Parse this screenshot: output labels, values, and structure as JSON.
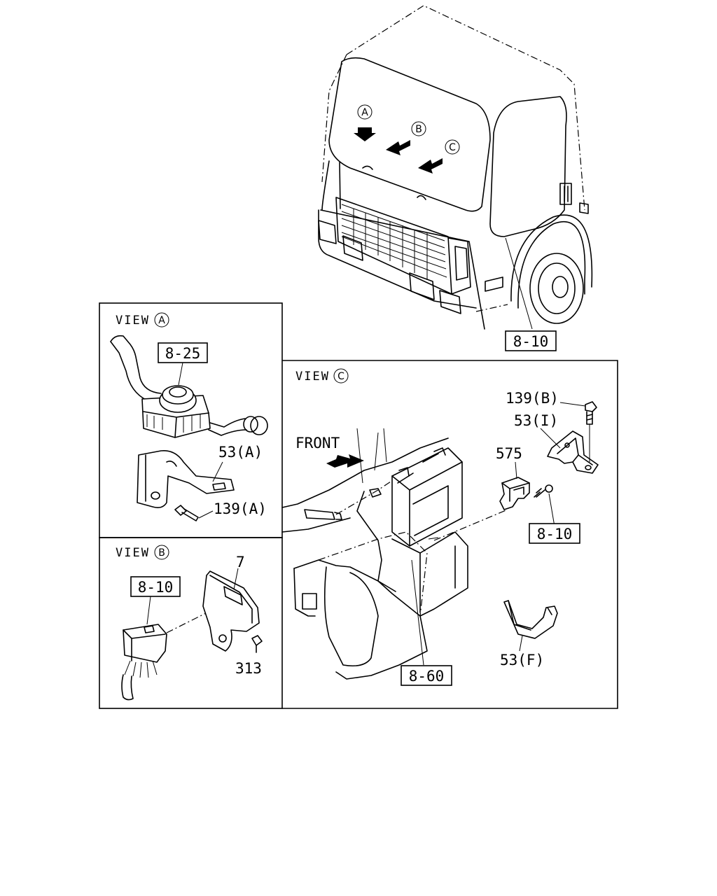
{
  "views": {
    "a": {
      "prefix": "VIEW",
      "letter": "A"
    },
    "b": {
      "prefix": "VIEW",
      "letter": "B"
    },
    "c": {
      "prefix": "VIEW",
      "letter": "C"
    }
  },
  "cab_markers": [
    "A",
    "B",
    "C"
  ],
  "front_label": "FRONT",
  "callouts": {
    "cab_8_10": "8-10",
    "a_8_25": "8-25",
    "a_53a": "53(A)",
    "a_139a": "139(A)",
    "b_8_10": "8-10",
    "b_7": "7",
    "b_313": "313",
    "c_139b": "139(B)",
    "c_53i": "53(I)",
    "c_575": "575",
    "c_8_10": "8-10",
    "c_8_60": "8-60",
    "c_53f": "53(F)"
  }
}
